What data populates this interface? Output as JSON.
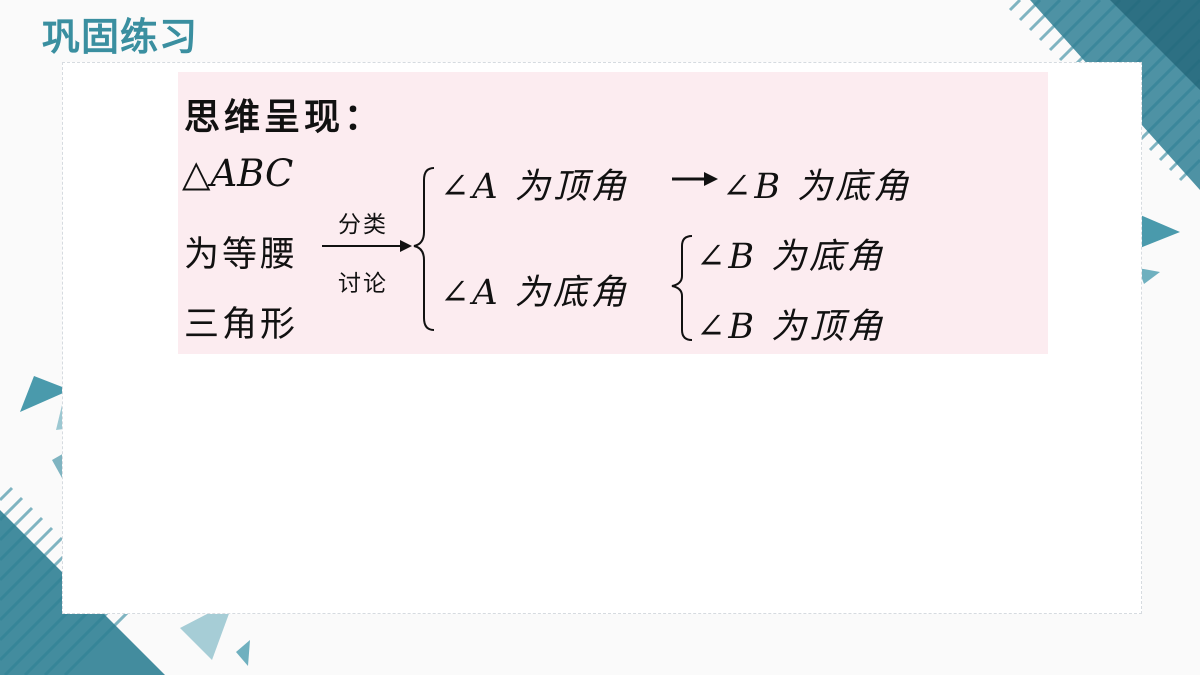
{
  "slide": {
    "title": "巩固练习",
    "title_color": "#3a8fa0",
    "accent_color": "#3a8fa0",
    "panel_color": "#fcecf0"
  },
  "content": {
    "heading": "思维呈现：",
    "triangle_label": "△ABC",
    "premise_line2": "为等腰",
    "premise_line3": "三角形",
    "arrow_label_top": "分类",
    "arrow_label_bottom": "讨论",
    "case1": "∠A 为顶角",
    "case1_result": "∠B 为底角",
    "case2": "∠A 为底角",
    "case2_sub1": "∠B 为底角",
    "case2_sub2": "∠B 为顶角"
  }
}
